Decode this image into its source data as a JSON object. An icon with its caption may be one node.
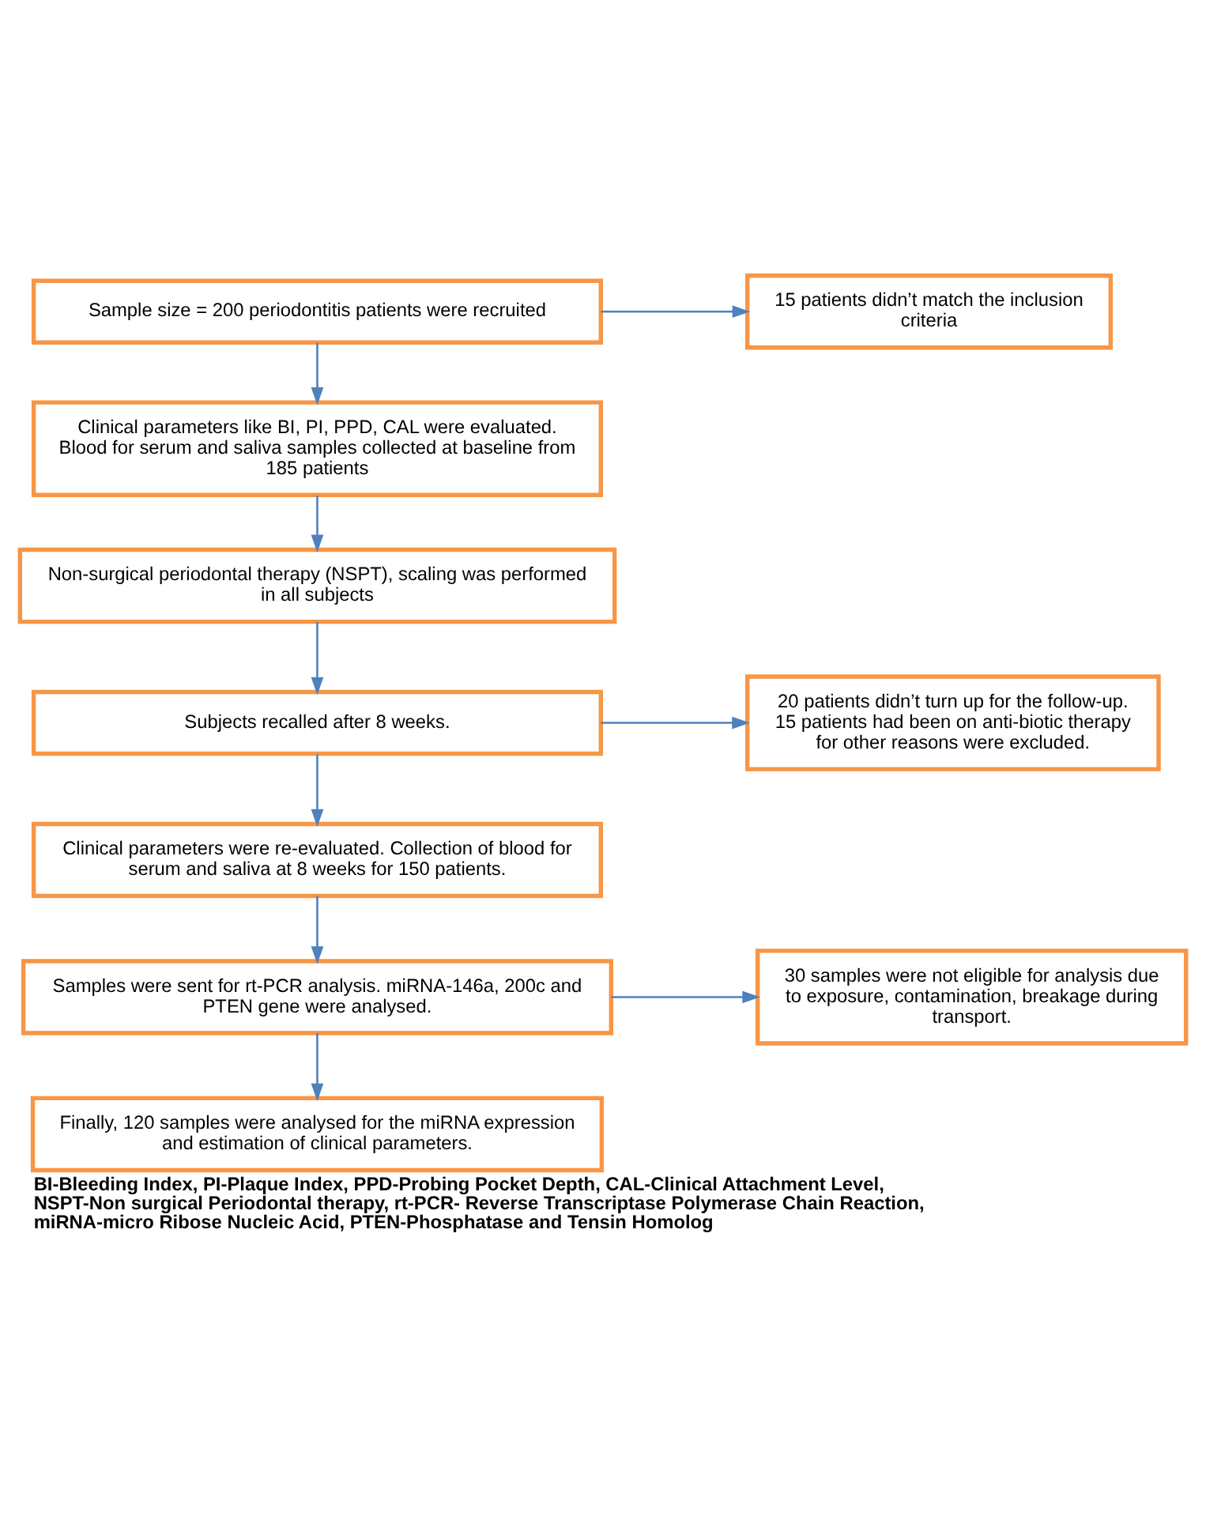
{
  "diagram": {
    "caption": "BI-Bleeding Index, PI-Plaque Index, PPD-Probing Pocket Depth, CAL-Clinical Attachment Level, NSPT-Non surgical Periodontal therapy, rt-PCR- Reverse Transcriptase Polymerase Chain Reaction, miRNA-micro Ribose Nucleic Acid, PTEN-Phosphatase and Tensin Homolog",
    "nodes": [
      {
        "text": [
          "Sample size = 200 periodontitis patients were recruited"
        ]
      },
      {
        "text": [
          "15 patients didn’t match the inclusion criteria"
        ]
      },
      {
        "text": [
          "Clinical parameters like BI, PI, PPD, CAL were evaluated. Blood for serum and saliva samples collected at baseline from 185 patients"
        ]
      },
      {
        "text": [
          "Non-surgical periodontal therapy (NSPT), scaling was performed in all subjects"
        ]
      },
      {
        "text": [
          "Subjects recalled after 8 weeks."
        ]
      },
      {
        "text": [
          "20 patients didn’t turn up for the follow-up. 15 patients had been on anti-biotic therapy for other reasons were excluded."
        ]
      },
      {
        "text": [
          "Clinical parameters were re-evaluated. Collection of blood for serum and saliva at 8 weeks for 150 patients."
        ]
      },
      {
        "text": [
          "Samples were sent for rt-PCR analysis. miRNA-146a, 200c and PTEN gene were analysed."
        ]
      },
      {
        "text": [
          "30 samples were not eligible for analysis due to exposure, contamination, breakage during transport."
        ]
      },
      {
        "text": [
          "Finally, 120 samples were analysed for the miRNA expression and estimation of clinical parameters."
        ]
      }
    ],
    "edges": [
      {
        "from": 0,
        "to": 2,
        "arrow": "to"
      },
      {
        "from": 0,
        "to": 1,
        "arrow": "to"
      },
      {
        "from": 2,
        "to": 3,
        "arrow": "to"
      },
      {
        "from": 3,
        "to": 4,
        "arrow": "to"
      },
      {
        "from": 4,
        "to": 6,
        "arrow": "to"
      },
      {
        "from": 4,
        "to": 5,
        "arrow": "to"
      },
      {
        "from": 6,
        "to": 7,
        "arrow": "to"
      },
      {
        "from": 7,
        "to": 9,
        "arrow": "to"
      },
      {
        "from": 7,
        "to": 8,
        "arrow": "to"
      }
    ]
  }
}
